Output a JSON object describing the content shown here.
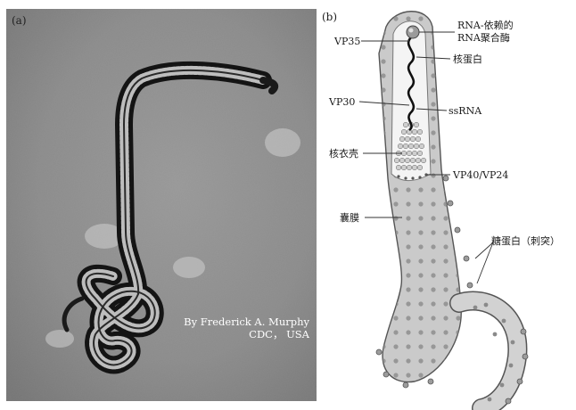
{
  "panel_a": {
    "tag": "(a)",
    "credit_line1": "By Frederick A. Murphy",
    "credit_line2": "CDC， USA"
  },
  "panel_b": {
    "tag": "(b)",
    "labels": {
      "rna_polymerase_1": "RNA-依赖的",
      "rna_polymerase_2": "RNA聚合酶",
      "vp35": "VP35",
      "nucleoprotein": "核蛋白",
      "vp30": "VP30",
      "ssrna": "ssRNA",
      "nucleocapsid": "核衣壳",
      "vp40_vp24": "VP40/VP24",
      "envelope": "囊膜",
      "glycoprotein": "糖蛋白（刺突）"
    }
  },
  "colors": {
    "micrograph_bg": "#9a9a9a",
    "virus_dark": "#1b1b1b",
    "virion_fill": "#c9c9c9",
    "inner_fill": "#f2f2f2"
  }
}
